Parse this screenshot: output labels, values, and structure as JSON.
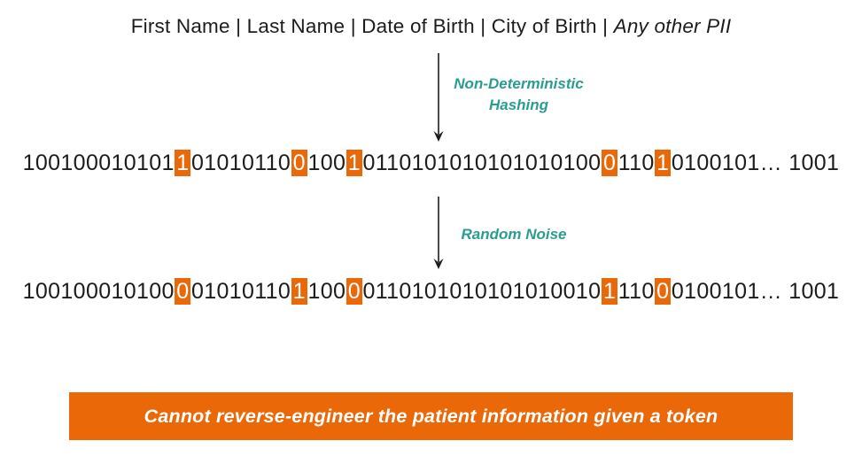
{
  "title": {
    "regular": "First Name | Last Name | Date of Birth | City of Birth | ",
    "italic": "Any other PII"
  },
  "hashing_step": {
    "label_line1": "Non-Deterministic",
    "label_line2": "Hashing"
  },
  "noise_step": {
    "label": "Random Noise"
  },
  "token_before_noise": {
    "segments": [
      {
        "t": "100100010101",
        "h": false
      },
      {
        "t": "1",
        "h": true
      },
      {
        "t": "01010110",
        "h": false
      },
      {
        "t": "0",
        "h": true
      },
      {
        "t": "100",
        "h": false
      },
      {
        "t": "1",
        "h": true
      },
      {
        "t": "0110101010101010100",
        "h": false
      },
      {
        "t": "0",
        "h": true
      },
      {
        "t": "110",
        "h": false
      },
      {
        "t": "1",
        "h": true
      },
      {
        "t": "0100101… 1001",
        "h": false
      }
    ]
  },
  "token_after_noise": {
    "segments": [
      {
        "t": "100100010100",
        "h": false
      },
      {
        "t": "0",
        "h": true
      },
      {
        "t": "01010110",
        "h": false
      },
      {
        "t": "1",
        "h": true
      },
      {
        "t": "100",
        "h": false
      },
      {
        "t": "0",
        "h": true
      },
      {
        "t": "0110101010101010010",
        "h": false
      },
      {
        "t": "1",
        "h": true
      },
      {
        "t": "110",
        "h": false
      },
      {
        "t": "0",
        "h": true
      },
      {
        "t": "0100101… 1001",
        "h": false
      }
    ]
  },
  "banner": {
    "text": "Cannot reverse-engineer the patient information given a token"
  },
  "colors": {
    "accent_teal": "#2a9d8f",
    "accent_orange": "#eb6809",
    "ink": "#1c1c1c",
    "highlight_text": "#ffffff"
  }
}
